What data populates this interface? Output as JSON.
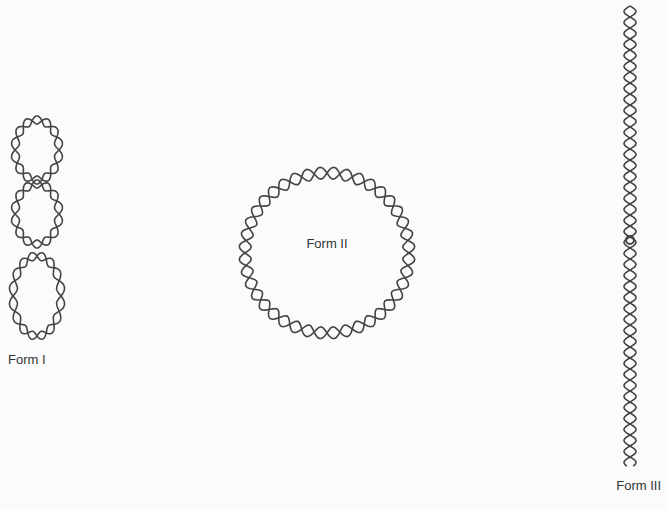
{
  "diagram": {
    "labels": [
      "Form I",
      "Form II",
      "Form III"
    ]
  }
}
